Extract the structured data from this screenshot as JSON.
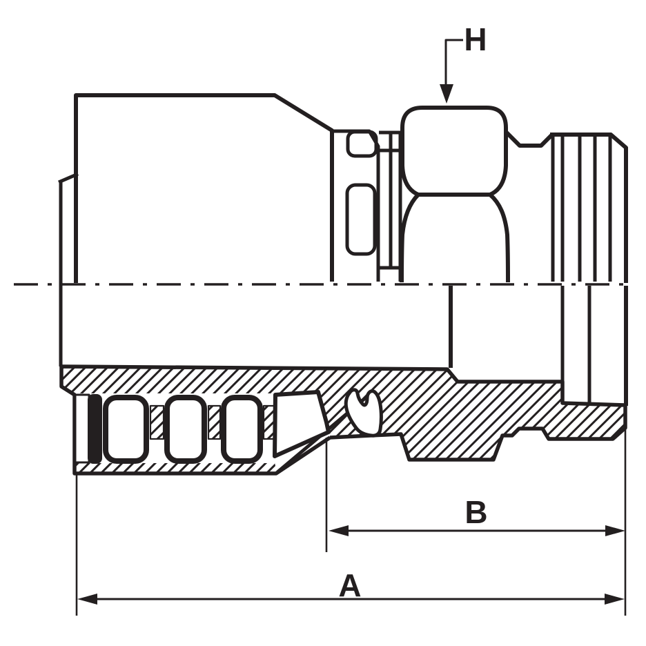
{
  "drawing": {
    "type": "technical-drawing",
    "subject": "Crimp-style hydraulic hose fitting with male thread, half-section view",
    "background_color": "#ffffff",
    "line_color": "#231f20",
    "labels": {
      "hex": "H",
      "dim_a": "A",
      "dim_b": "B"
    }
  }
}
